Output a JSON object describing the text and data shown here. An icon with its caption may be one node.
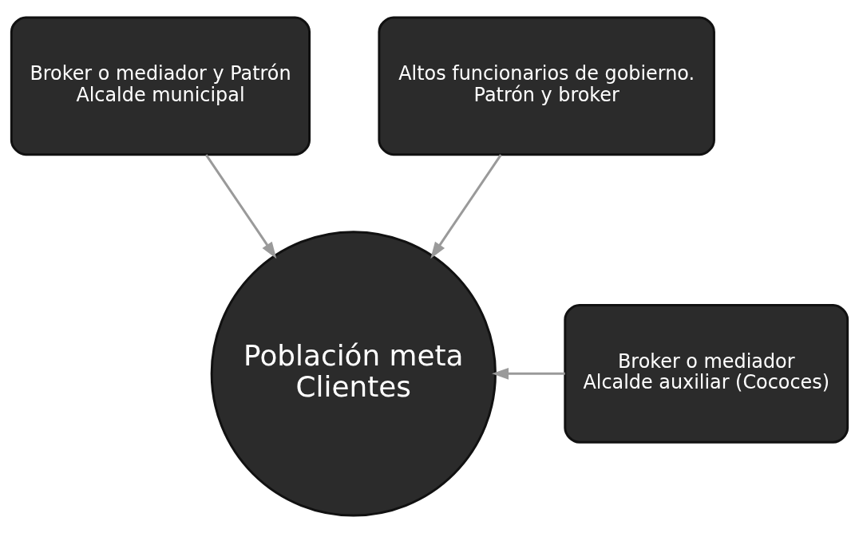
{
  "diagram": {
    "nodes": [
      {
        "text": [
          "Broker o mediador y Patrón",
          "Alcalde municipal"
        ]
      },
      {
        "text": [
          "Altos funcionarios de gobierno.",
          "Patrón y broker"
        ]
      },
      {
        "text": [
          "Broker o mediador",
          "Alcalde auxiliar (Cococes)"
        ]
      },
      {
        "text": [
          "Población meta",
          "Clientes"
        ]
      }
    ],
    "edges": [
      {
        "from": 0,
        "to": 3,
        "arrow": "to"
      },
      {
        "from": 1,
        "to": 3,
        "arrow": "to"
      },
      {
        "from": 2,
        "to": 3,
        "arrow": "to"
      }
    ]
  }
}
